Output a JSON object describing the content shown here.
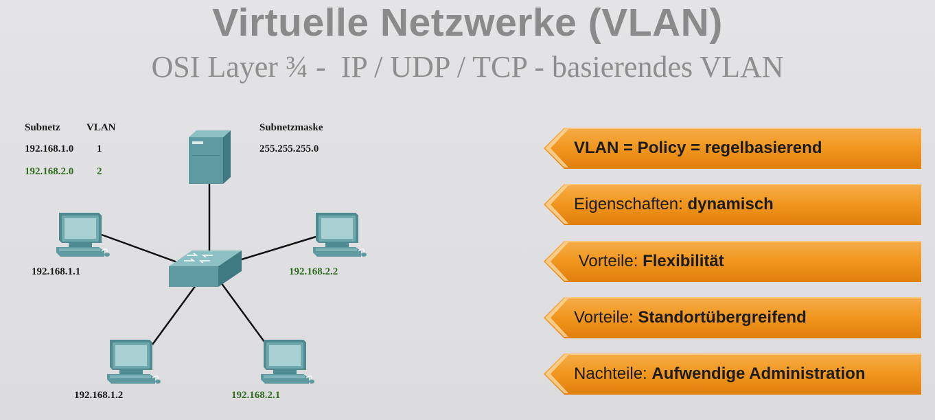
{
  "title": "Virtuelle Netzwerke (VLAN)",
  "subtitle": "OSI Layer ¾ -  IP / UDP / TCP - basierendes VLAN",
  "table": {
    "header_subnet": "Subnetz",
    "header_vlan": "VLAN",
    "header_mask": "Subnetzmaske",
    "mask_value": "255.255.255.0",
    "rows": [
      {
        "subnet": "192.168.1.0",
        "vlan": "1"
      },
      {
        "subnet": "192.168.2.0",
        "vlan": "2"
      }
    ]
  },
  "hosts": {
    "pc_top_left": "192.168.1.1",
    "pc_top_right": "192.168.2.2",
    "pc_bottom_left": "192.168.1.2",
    "pc_bottom_right": "192.168.2.1"
  },
  "arrows": [
    {
      "prefix": "",
      "bold": "VLAN = Policy = regelbasierend"
    },
    {
      "prefix": "Eigenschaften: ",
      "bold": "dynamisch"
    },
    {
      "prefix": " Vorteile: ",
      "bold": "Flexibilität"
    },
    {
      "prefix": "Vorteile: ",
      "bold": "Standortübergreifend"
    },
    {
      "prefix": "Nachteile: ",
      "bold": "Aufwendige Administration"
    }
  ],
  "colors": {
    "vlan1_text": "#1a1a1a",
    "vlan2_text": "#2e6b1e",
    "arrow_fill": "#f0961e",
    "device": "#5f9aa0"
  }
}
